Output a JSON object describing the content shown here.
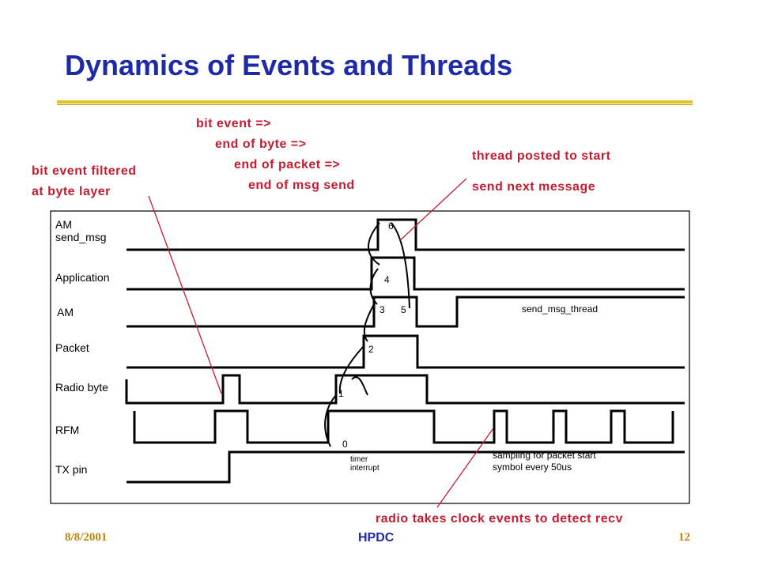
{
  "slide": {
    "title": "Dynamics of Events and Threads",
    "footer_date": "8/8/2001",
    "footer_center": "HPDC",
    "footer_page": "12"
  },
  "annotations": {
    "bit_event_filtered": [
      "bit event filtered",
      "at byte layer"
    ],
    "bit_event_chain": [
      "bit event =>",
      "end of byte =>",
      "end of packet =>",
      "end of msg send"
    ],
    "thread_posted": [
      "thread posted to start",
      "send next message"
    ],
    "radio_clock": "radio takes clock events to detect recv"
  },
  "diagram": {
    "rows": [
      "AM\nsend_msg",
      "Application",
      "AM",
      "Packet",
      "Radio byte",
      "RFM",
      "TX pin"
    ],
    "row_label_am_send_1": "AM",
    "row_label_am_send_2": "send_msg",
    "row_label_application": "Application",
    "row_label_am": "AM",
    "row_label_packet": "Packet",
    "row_label_radio_byte": "Radio byte",
    "row_label_rfm": "RFM",
    "row_label_tx_pin": "TX pin",
    "send_msg_thread": "send_msg_thread",
    "timer_interrupt_1": "timer",
    "timer_interrupt_2": "interrupt",
    "sampling_1": "sampling for packet start",
    "sampling_2": "symbol every 50us",
    "step_labels": [
      "0",
      "1",
      "2",
      "3",
      "4",
      "5",
      "6"
    ]
  }
}
